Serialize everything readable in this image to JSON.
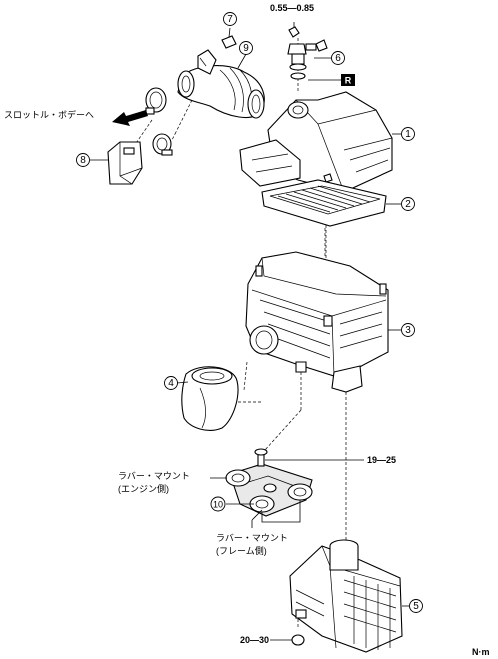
{
  "labels": {
    "torque_sensor": "0.55—0.85",
    "torque_bolt": "19—25",
    "torque_nut": "20—30",
    "unit": "N·m",
    "throttle_body": "スロットル・ボデーへ",
    "rubber_mount_engine_line1": "ラバー・マウント",
    "rubber_mount_engine_line2": "(エンジン側)",
    "rubber_mount_frame_line1": "ラバー・マウント",
    "rubber_mount_frame_line2": "(フレーム側)",
    "replace_mark": "R"
  },
  "callouts": [
    "1",
    "2",
    "3",
    "4",
    "5",
    "6",
    "7",
    "8",
    "9",
    "10"
  ]
}
